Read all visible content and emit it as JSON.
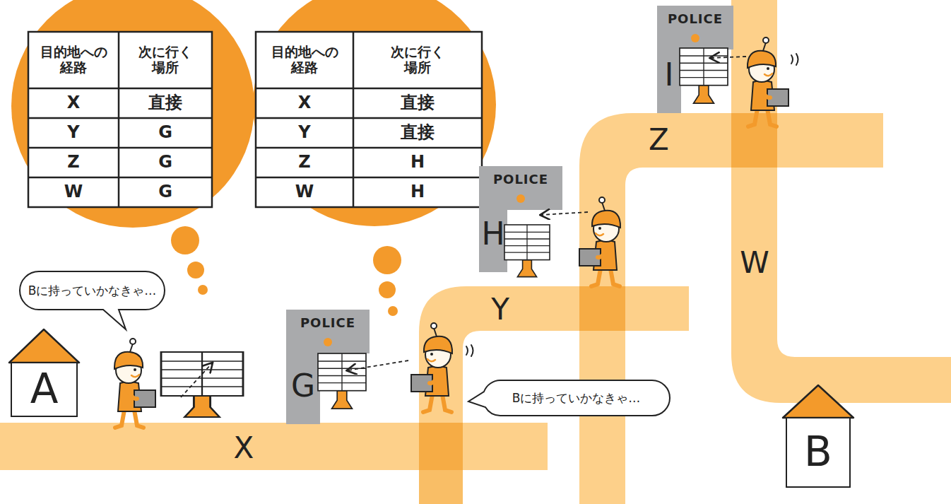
{
  "diagram": {
    "nodes": [
      {
        "text": [
          "Bに持っていかなきゃ…"
        ]
      },
      {
        "text": [
          "A"
        ]
      },
      {
        "text": [
          "POLICE",
          "G"
        ]
      },
      {
        "text": [
          "Bに持っていかなきゃ…"
        ]
      },
      {
        "text": [
          "POLICE",
          "H"
        ]
      },
      {
        "text": [
          "POLICE",
          "I"
        ]
      },
      {
        "text": [
          "B"
        ]
      }
    ],
    "labels": [
      "目的地への 経路",
      "次に行く 場所",
      "X",
      "直接",
      "Y",
      "G",
      "Z",
      "G",
      "W",
      "G",
      "目的地への 経路",
      "次に行く 場所",
      "X",
      "直接",
      "Y",
      "直接",
      "Z",
      "H",
      "W",
      "H",
      "X",
      "Y",
      "Z",
      "W"
    ]
  }
}
